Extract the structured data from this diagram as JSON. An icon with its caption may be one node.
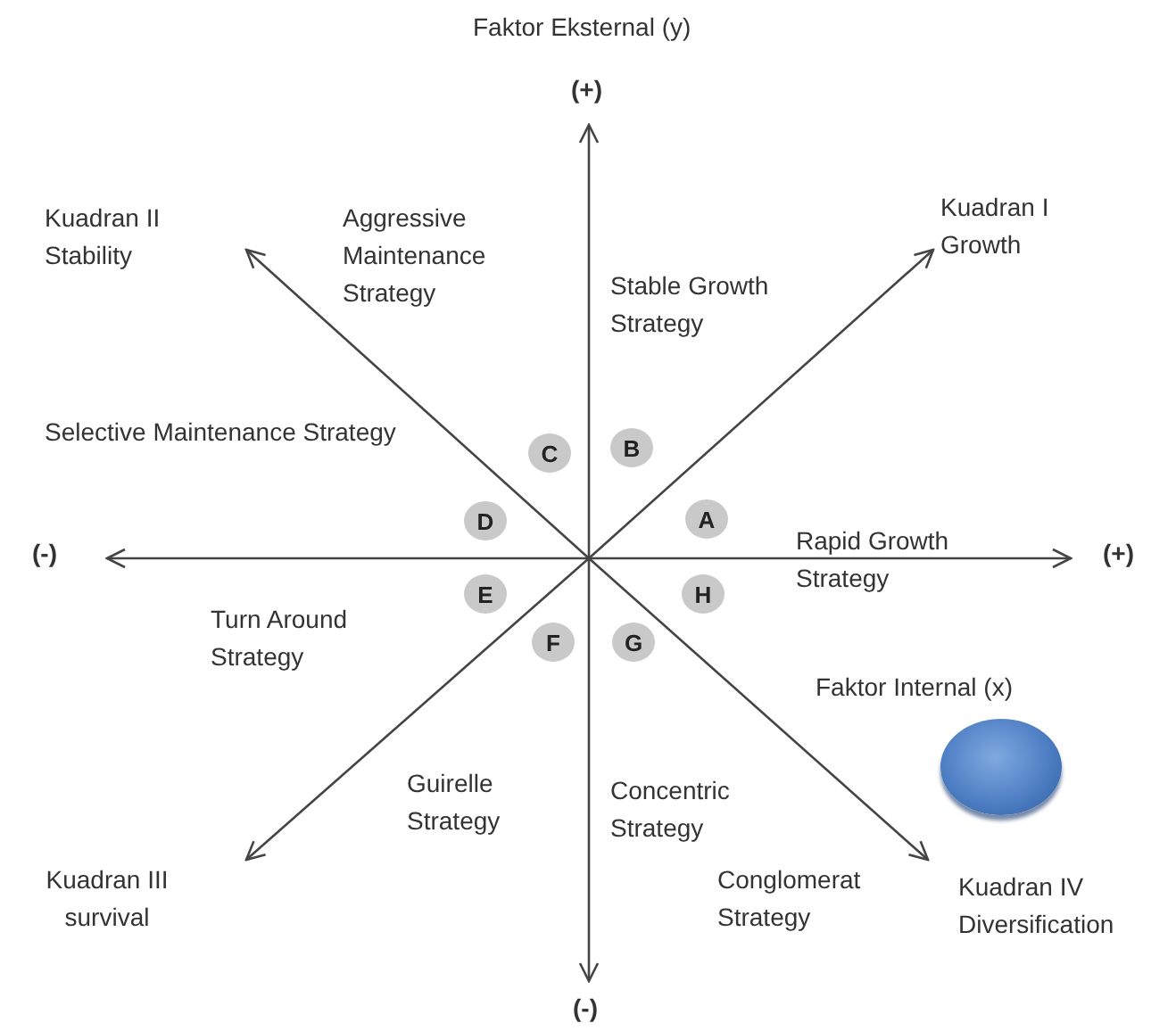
{
  "diagram": {
    "nodes": [
      {
        "text": [
          "C"
        ]
      },
      {
        "text": [
          "B"
        ]
      },
      {
        "text": [
          "D"
        ]
      },
      {
        "text": [
          "A"
        ]
      },
      {
        "text": [
          "E"
        ]
      },
      {
        "text": [
          "H"
        ]
      },
      {
        "text": [
          "F"
        ]
      },
      {
        "text": [
          "G"
        ]
      },
      {
        "text": [],
        "shape": "circle"
      }
    ],
    "labels": [
      "Faktor Eksternal (y)",
      "(+)",
      "Kuadran II Stability",
      "Aggressive Maintenance Strategy",
      "Stable Growth Strategy",
      "Kuadran I Growth",
      "Selective Maintenance Strategy",
      "(-)",
      "Rapid Growth Strategy",
      "(+)",
      "Turn Around Strategy",
      "Faktor Internal (x)",
      "Guirelle Strategy",
      "Concentric Strategy",
      "Kuadran III survival",
      "Conglomerat Strategy",
      "Kuadran IV Diversification",
      "(-)"
    ]
  }
}
